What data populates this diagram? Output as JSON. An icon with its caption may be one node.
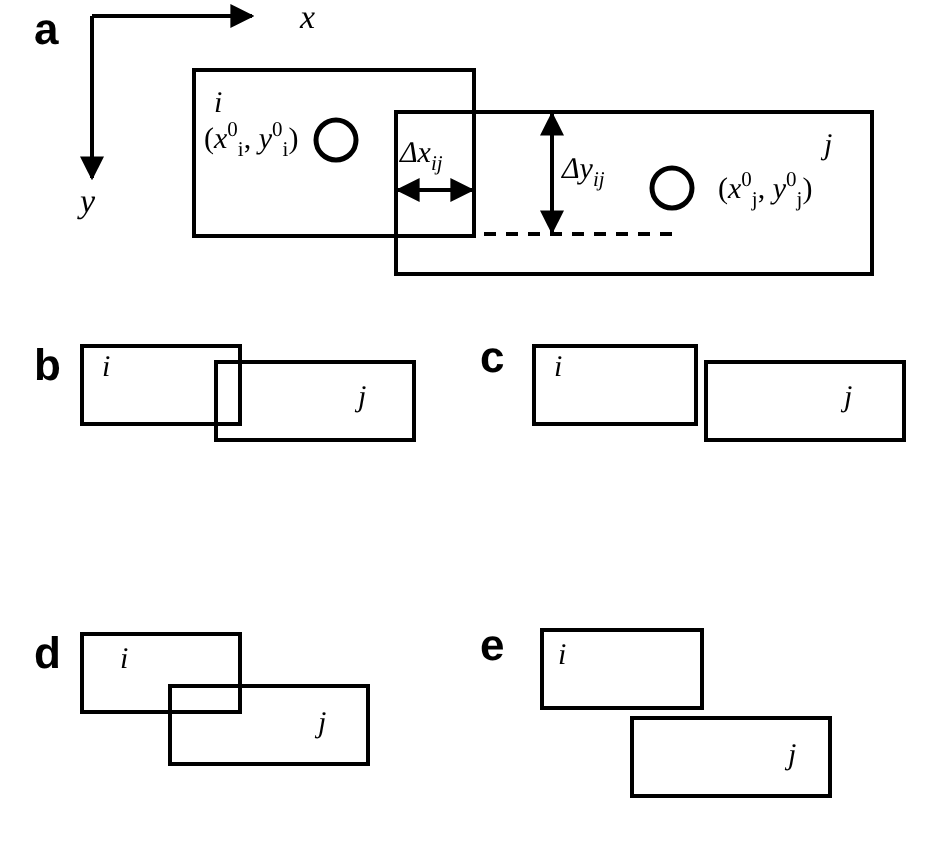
{
  "diagram": {
    "nodes": [
      {
        "text": [
          "i",
          "(*x*$^{0}$$_{i}$, *y*$^{0}$$_{i}$)"
        ]
      },
      {
        "text": [
          "j",
          "(*x*$^{0}$$_{j}$, *y*$^{0}$$_{j}$)"
        ]
      },
      {
        "text": [
          "i"
        ]
      },
      {
        "text": [
          "j"
        ]
      },
      {
        "text": [
          "i"
        ]
      },
      {
        "text": [
          "j"
        ]
      },
      {
        "text": [
          "i"
        ]
      },
      {
        "text": [
          "j"
        ]
      },
      {
        "text": [
          "i"
        ]
      },
      {
        "text": [
          "j"
        ]
      }
    ],
    "edges": [],
    "labels": [
      "a",
      "x",
      "y",
      "Δx$_{ij}$",
      "Δy$_{ij}$",
      "b",
      "c",
      "d",
      "e"
    ]
  }
}
